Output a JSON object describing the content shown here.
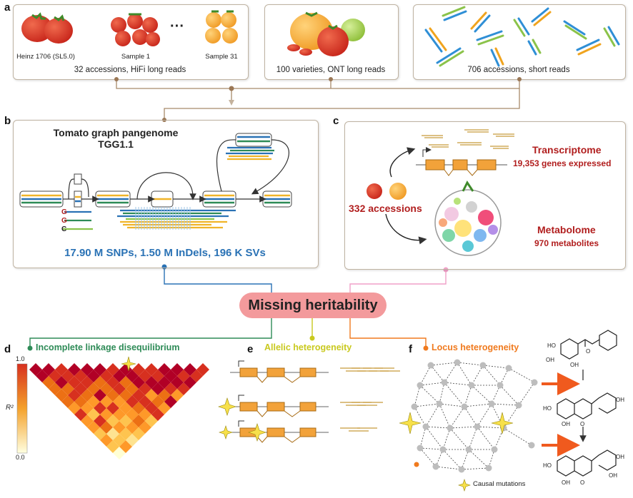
{
  "panels": {
    "a": {
      "letter": "a",
      "box1": {
        "labels": [
          "Heinz 1706 (SL5.0)",
          "Sample 1",
          "Sample 31"
        ],
        "ellipsis": "···",
        "caption": "32 accessions, HiFi long reads"
      },
      "box2": {
        "caption": "100 varieties, ONT long reads"
      },
      "box3": {
        "caption": "706 accessions, short reads"
      }
    },
    "b": {
      "letter": "b",
      "title_line1": "Tomato graph pangenome",
      "title_line2": "TGG1.1",
      "alleles": [
        "G",
        "G",
        "C"
      ],
      "stats": "17.90 M SNPs, 1.50 M InDels, 196 K SVs"
    },
    "c": {
      "letter": "c",
      "accessions": "332 accessions",
      "transcriptome_title": "Transcriptome",
      "transcriptome_sub": "19,353 genes expressed",
      "metabolome_title": "Metabolome",
      "metabolome_sub": "970 metabolites"
    },
    "center": {
      "label": "Missing heritability"
    },
    "d": {
      "letter": "d",
      "title": "Incomplete linkage disequilibrium",
      "scale_top": "1.0",
      "scale_bottom": "0.0",
      "scale_label": "R²"
    },
    "e": {
      "letter": "e",
      "title": "Allelic heterogeneity"
    },
    "f": {
      "letter": "f",
      "title": "Locus heterogeneity",
      "legend": "Causal mutations",
      "chem_labels": [
        "HO",
        "OH",
        "OH",
        "O",
        "HO",
        "OH",
        "OH",
        "O",
        "HO",
        "OH",
        "OH",
        "O",
        "OH"
      ]
    }
  },
  "colors": {
    "red": "#b11e1e",
    "blue": "#2a72b5",
    "green": "#2e8b57",
    "yellow": "#c9c91e",
    "orange": "#f07a1e",
    "pink": "#f39a9c",
    "brown": "#9a7755"
  }
}
